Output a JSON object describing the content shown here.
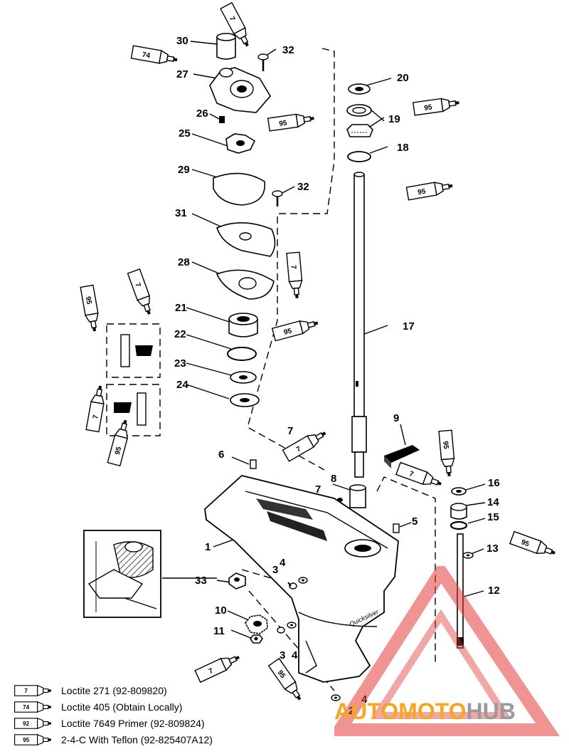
{
  "callouts": [
    "1",
    "2",
    "3",
    "3",
    "4",
    "4",
    "4",
    "5",
    "6",
    "7",
    "7",
    "8",
    "9",
    "10",
    "11",
    "12",
    "13",
    "14",
    "15",
    "16",
    "17",
    "18",
    "19",
    "20",
    "21",
    "22",
    "23",
    "24",
    "25",
    "26",
    "27",
    "28",
    "29",
    "30",
    "31",
    "32",
    "32",
    "33"
  ],
  "tubes": [
    "74",
    "7",
    "95",
    "95",
    "95",
    "95",
    "7",
    "7",
    "95",
    "7",
    "95",
    "7",
    "95",
    "7",
    "95",
    "7",
    "95",
    "95",
    "7",
    "92"
  ],
  "legend": [
    {
      "code": "7",
      "text": "Loctite 271 (92-809820)"
    },
    {
      "code": "74",
      "text": "Loctite 405  (Obtain Locally)"
    },
    {
      "code": "92",
      "text": "Loctite 7649 Primer (92-809824)"
    },
    {
      "code": "95",
      "text": "2-4-C  With Teflon (92-825407A12)"
    }
  ],
  "watermark": {
    "text_orange": "AUTOMOTO",
    "text_gray": "HUB",
    "color_orange": "#f5a623",
    "color_gray": "#9a9a9a",
    "color_red": "#e23b3b"
  }
}
